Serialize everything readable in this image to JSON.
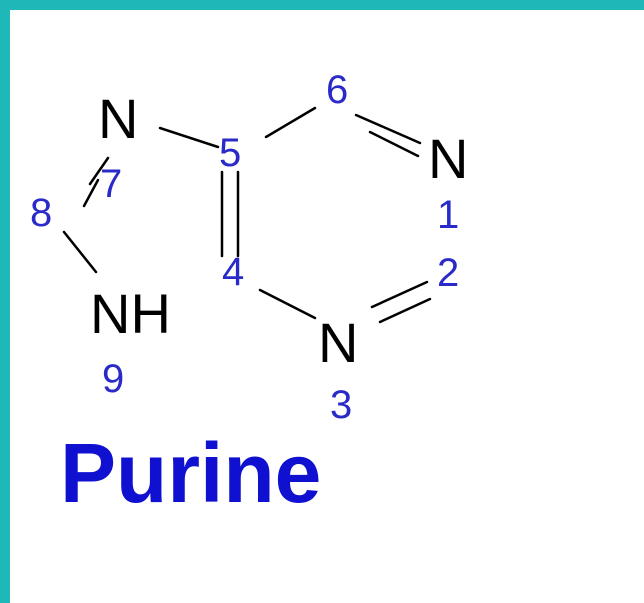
{
  "colors": {
    "frame": "#1fb8b8",
    "background": "#ffffff",
    "atom": "#000000",
    "number": "#2a2ac8",
    "title": "#1010d0"
  },
  "molecule": {
    "atoms": {
      "n7": "N",
      "n1": "N",
      "nh9": "NH",
      "n3": "N"
    },
    "numbers": {
      "n1": "1",
      "n2": "2",
      "n3": "3",
      "n4": "4",
      "n5": "5",
      "n6": "6",
      "n7": "7",
      "n8": "8",
      "n9": "9"
    }
  },
  "title": "Purine"
}
